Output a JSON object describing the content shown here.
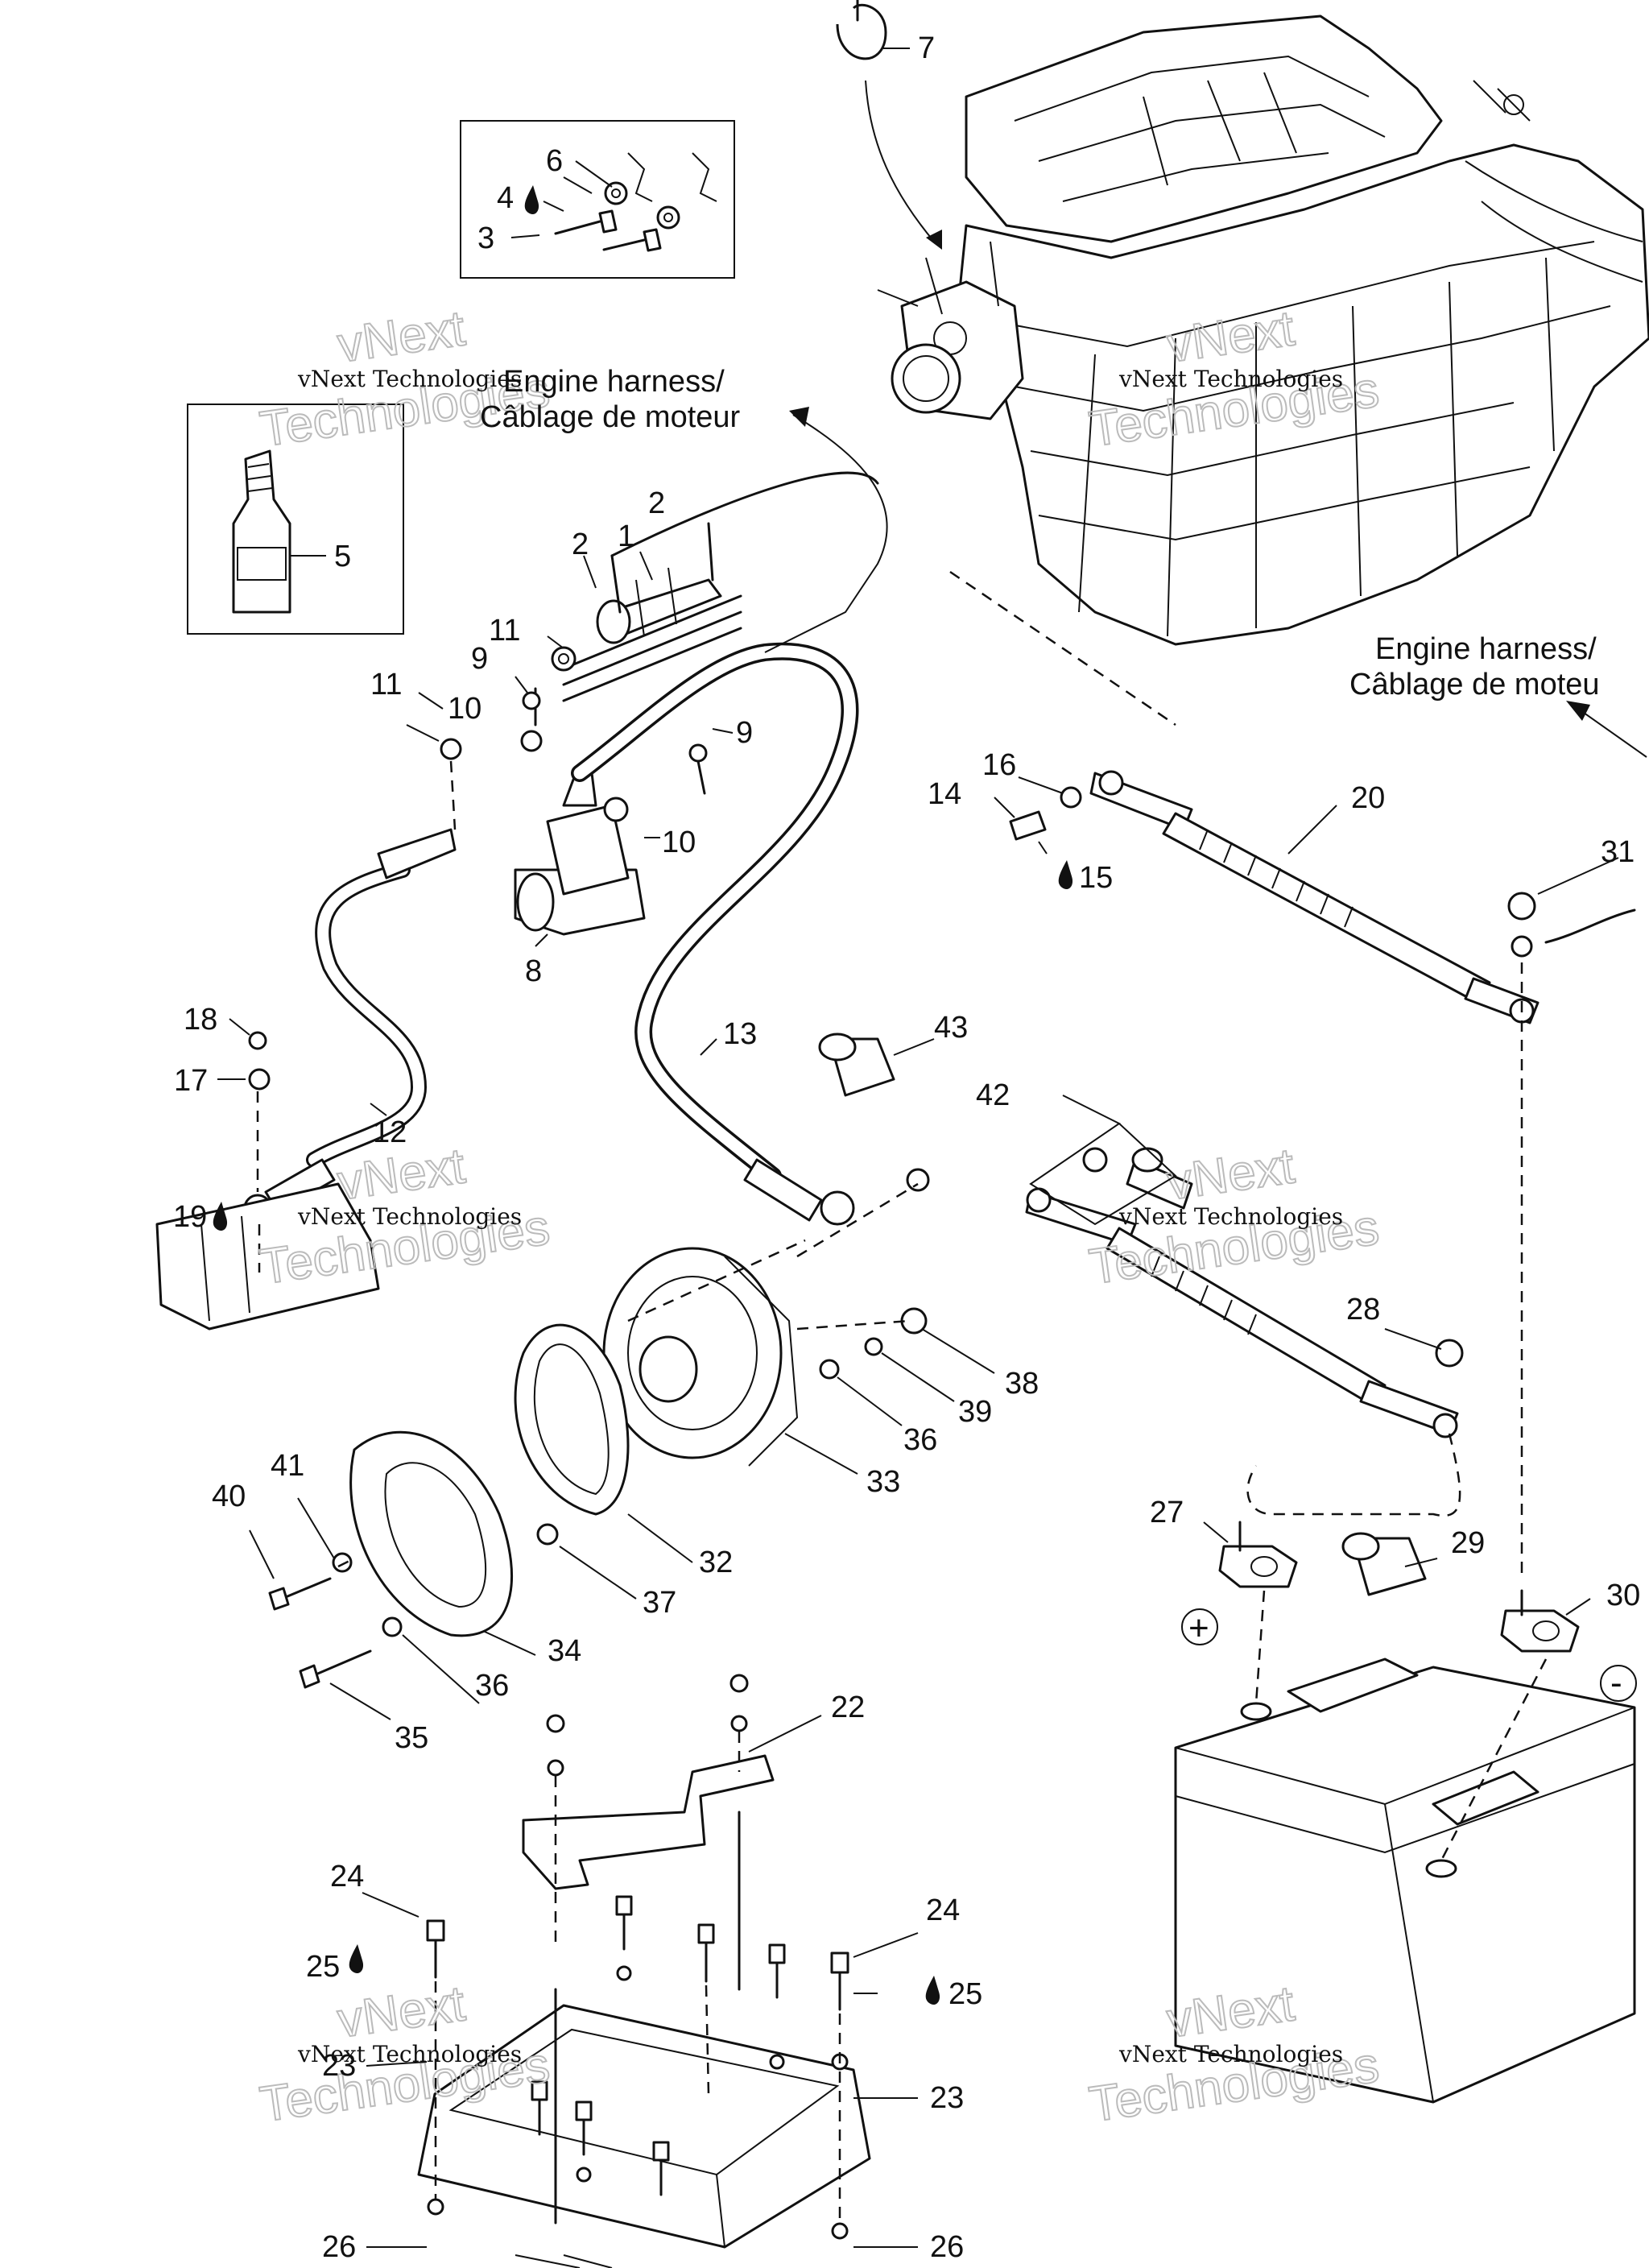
{
  "harness_note_1": [
    "Engine harness/",
    "Câblage de moteur"
  ],
  "harness_note_2": [
    "Engine harness/",
    "Câblage de moteu"
  ],
  "watermark": {
    "line1": "vNext Technologies",
    "big1": "vNext",
    "big2": "Technologies"
  },
  "polarity": {
    "positive": "+",
    "negative": "-"
  },
  "callouts": [
    {
      "label": "7"
    },
    {
      "label": "6"
    },
    {
      "label": "4"
    },
    {
      "label": "3"
    },
    {
      "label": "5"
    },
    {
      "label": "2"
    },
    {
      "label": "1"
    },
    {
      "label": "2"
    },
    {
      "label": "11"
    },
    {
      "label": "9"
    },
    {
      "label": "10"
    },
    {
      "label": "11"
    },
    {
      "label": "9"
    },
    {
      "label": "10"
    },
    {
      "label": "8"
    },
    {
      "label": "18"
    },
    {
      "label": "17"
    },
    {
      "label": "12"
    },
    {
      "label": "19"
    },
    {
      "label": "13"
    },
    {
      "label": "43"
    },
    {
      "label": "42"
    },
    {
      "label": "16"
    },
    {
      "label": "14"
    },
    {
      "label": "15"
    },
    {
      "label": "20"
    },
    {
      "label": "31"
    },
    {
      "label": "28"
    },
    {
      "label": "38"
    },
    {
      "label": "39"
    },
    {
      "label": "36"
    },
    {
      "label": "33"
    },
    {
      "label": "32"
    },
    {
      "label": "37"
    },
    {
      "label": "34"
    },
    {
      "label": "36"
    },
    {
      "label": "35"
    },
    {
      "label": "40"
    },
    {
      "label": "41"
    },
    {
      "label": "27"
    },
    {
      "label": "29"
    },
    {
      "label": "30"
    },
    {
      "label": "22"
    },
    {
      "label": "24"
    },
    {
      "label": "25"
    },
    {
      "label": "24"
    },
    {
      "label": "25"
    },
    {
      "label": "23"
    },
    {
      "label": "23"
    },
    {
      "label": "26"
    },
    {
      "label": "26"
    }
  ]
}
